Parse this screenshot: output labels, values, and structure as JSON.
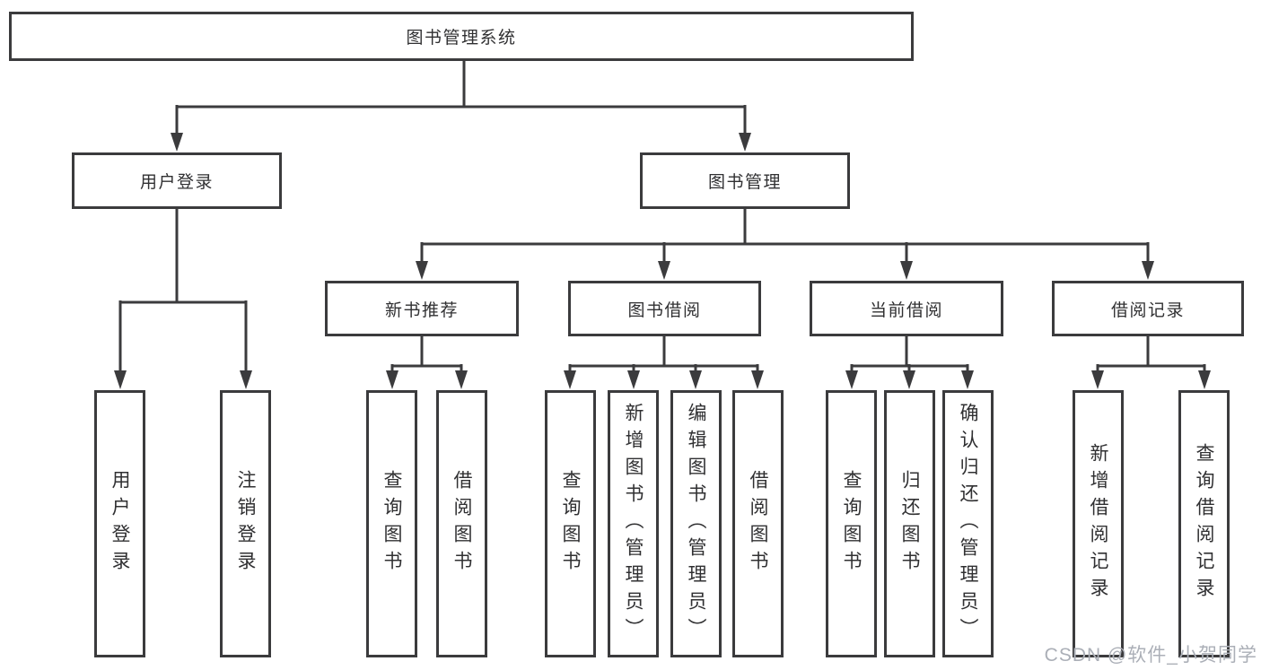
{
  "tree": {
    "root": {
      "label": "图书管理系统",
      "children": [
        {
          "label": "用户登录",
          "children": [
            {
              "label": "用户登录"
            },
            {
              "label": "注销登录"
            }
          ]
        },
        {
          "label": "图书管理",
          "children": [
            {
              "label": "新书推荐",
              "children": [
                {
                  "label": "查询图书"
                },
                {
                  "label": "借阅图书"
                }
              ]
            },
            {
              "label": "图书借阅",
              "children": [
                {
                  "label": "查询图书"
                },
                {
                  "label": "新增图书（管理员）"
                },
                {
                  "label": "编辑图书（管理员）"
                },
                {
                  "label": "借阅图书"
                }
              ]
            },
            {
              "label": "当前借阅",
              "children": [
                {
                  "label": "查询图书"
                },
                {
                  "label": "归还图书"
                },
                {
                  "label": "确认归还（管理员）"
                }
              ]
            },
            {
              "label": "借阅记录",
              "children": [
                {
                  "label": "新增借阅记录"
                },
                {
                  "label": "查询借阅记录"
                }
              ]
            }
          ]
        }
      ]
    }
  },
  "watermark": {
    "text": "CSDN @软件_小贺同学"
  },
  "colors": {
    "line": "#3b3b3d",
    "box_border": "#3b3b3d",
    "text": "#303032",
    "watermark": "#abafb7",
    "background": "#ffffff"
  }
}
